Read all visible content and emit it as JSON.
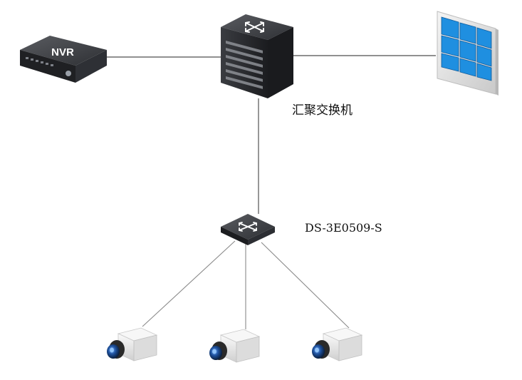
{
  "nodes": {
    "nvr": {
      "label": "NVR",
      "icon": "nvr-recorder-icon"
    },
    "aggregation_switch": {
      "label": "汇聚交换机",
      "icon": "core-switch-icon"
    },
    "video_wall": {
      "icon": "video-wall-monitor-icon"
    },
    "access_switch": {
      "label": "DS-3E0509-S",
      "icon": "access-switch-icon"
    },
    "cameras": [
      {
        "icon": "box-camera-icon"
      },
      {
        "icon": "box-camera-icon"
      },
      {
        "icon": "box-camera-icon"
      }
    ]
  },
  "colors": {
    "line": "#6b6b6b",
    "device_dark": "#2a2c30",
    "screen_blue": "#1f8fe0",
    "camera_body": "#e9e9e9",
    "lens_blue": "#1d4f9a"
  }
}
